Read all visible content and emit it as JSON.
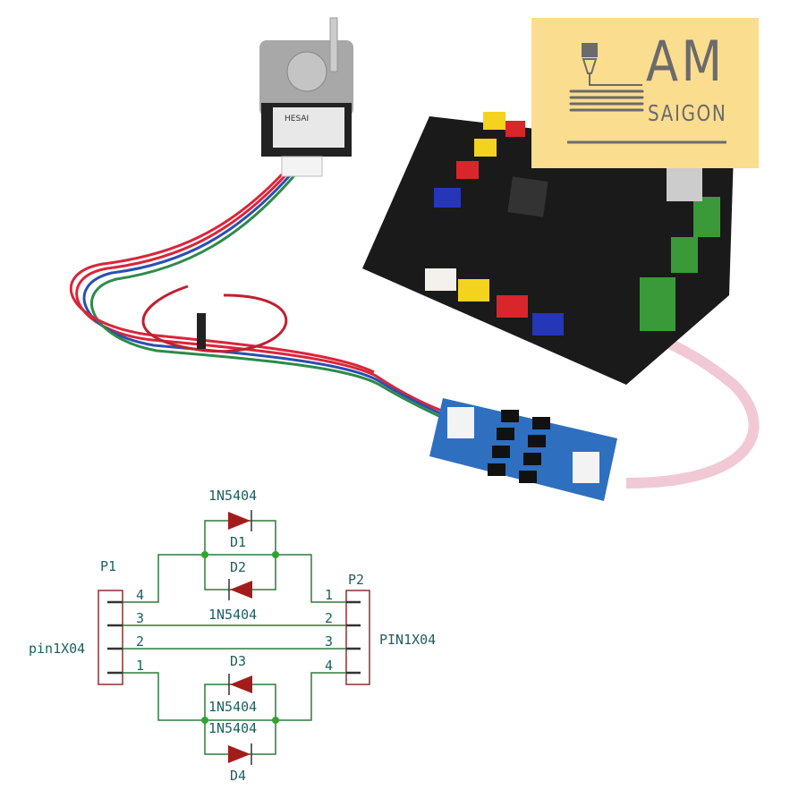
{
  "photo": {
    "motor_label": "HESAI",
    "colors": {
      "cable_red": "#d8263a",
      "cable_blue": "#2b4fb0",
      "board": "#1a1a1a",
      "module": "#2f6fc0",
      "ribbon": "#f1c9d4"
    }
  },
  "logo": {
    "line1": "AM",
    "line2": "SAIGON",
    "bg": "#fbdd8f",
    "fg": "#6b6b6b"
  },
  "schematic": {
    "P1": {
      "ref": "P1",
      "value": "pin1X04",
      "pins": [
        "4",
        "3",
        "2",
        "1"
      ]
    },
    "P2": {
      "ref": "P2",
      "value": "PIN1X04",
      "pins": [
        "1",
        "2",
        "3",
        "4"
      ]
    },
    "diodes": [
      {
        "ref": "D1",
        "value": "1N5404"
      },
      {
        "ref": "D2",
        "value": "1N5404"
      },
      {
        "ref": "D3",
        "value": "1N5404"
      },
      {
        "ref": "D4",
        "value": "1N5404"
      }
    ],
    "colors": {
      "wire": "#2f7a3a",
      "diode": "#a31c1c",
      "junction": "#2fa52f",
      "text": "#1f5f5f",
      "box": "#8a3030"
    }
  }
}
